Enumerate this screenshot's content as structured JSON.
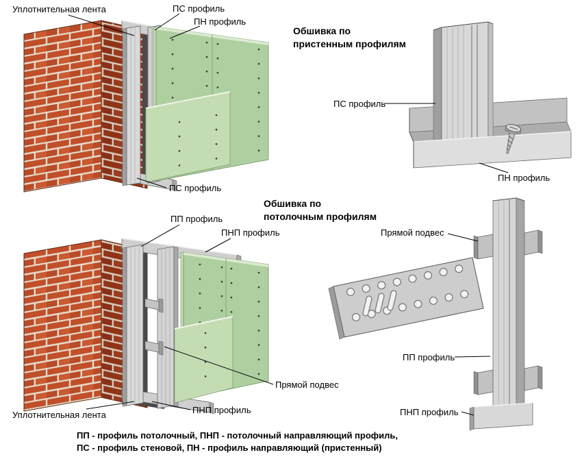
{
  "colors": {
    "brick_front": "#c04f2a",
    "brick_side": "#903418",
    "mortar": "#e7dccb",
    "panel_green": "#aecfa0",
    "panel_green_front": "#c4dcb2",
    "metal_light": "#d8d8d8",
    "metal_dark": "#a0a0a0",
    "background": "#ffffff",
    "leader_line": "#000000"
  },
  "top_diagram": {
    "title_line1": "Обшивка по",
    "title_line2": "пристенным профилям",
    "label_sealing_tape": "Уплотнительная лента",
    "label_ps_top": "ПС профиль",
    "label_pn_top": "ПН профиль",
    "label_ps_bottom": "ПС профиль",
    "detail": {
      "label_ps": "ПС профиль",
      "label_pn": "ПН профиль"
    }
  },
  "bottom_diagram": {
    "title_line1": "Обшивка по",
    "title_line2": "потолочным профилям",
    "label_pp_top": "ПП профиль",
    "label_pnp_top": "ПНП профиль",
    "label_direct_hanger": "Прямой подвес",
    "label_pnp_bottom": "ПНП профиль",
    "label_sealing_tape": "Уплотнительная лента",
    "detail": {
      "label_direct_hanger": "Прямой подвес",
      "label_pp": "ПП профиль",
      "label_pnp": "ПНП профиль"
    }
  },
  "legend": {
    "line1": "ПП - профиль потолочный, ПНП - потолочный направляющий профиль,",
    "line2": "ПС - профиль стеновой, ПН - профиль направляющий (пристенный)"
  }
}
